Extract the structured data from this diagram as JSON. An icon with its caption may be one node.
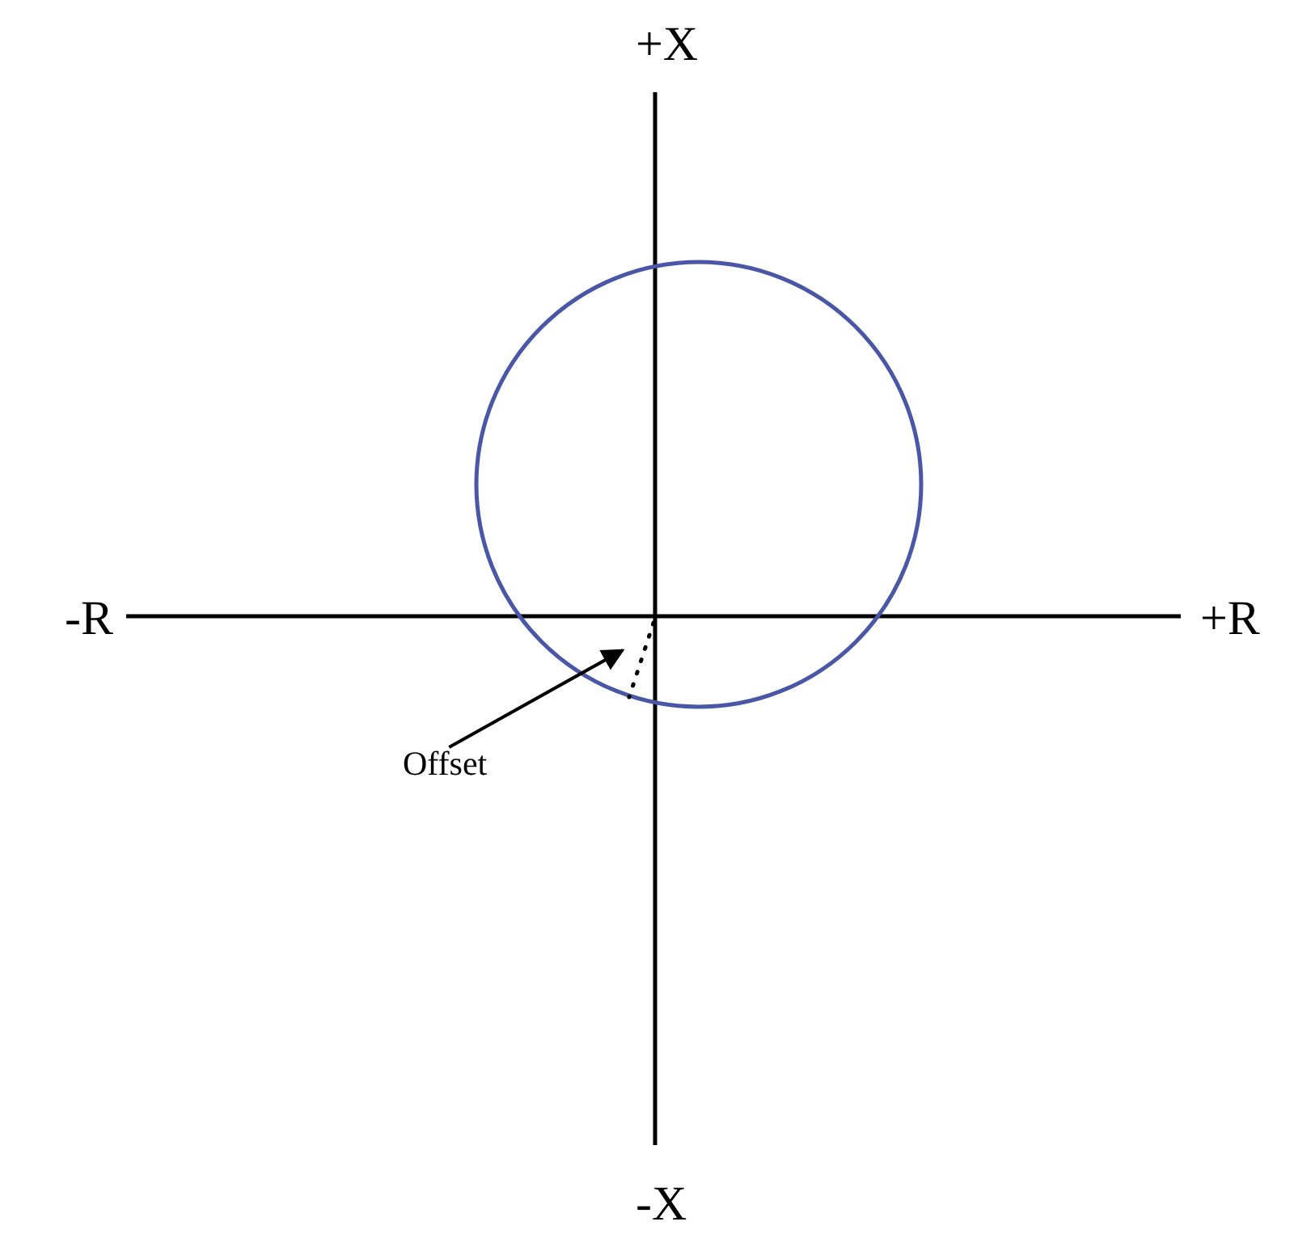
{
  "diagram": {
    "nodes": [
      {
        "text": [
          "Offset"
        ]
      },
      {
        "text": [],
        "shape": "line"
      }
    ],
    "edges": [
      {
        "from": 0,
        "to": 1,
        "arrow": "to"
      }
    ],
    "labels": [
      "+X",
      "-R",
      "+R",
      "-X"
    ]
  }
}
